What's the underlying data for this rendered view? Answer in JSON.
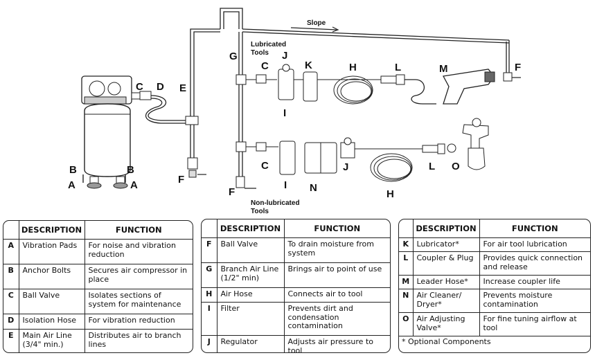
{
  "diagram": {
    "labels": {
      "slope": "Slope",
      "lubricated_line1": "Lubricated",
      "lubricated_line2": "Tools",
      "nonlubricated_line1": "Non-lubricated",
      "nonlubricated_line2": "Tools",
      "a_left": "A",
      "a_right": "A",
      "b_left": "B",
      "b_right": "B",
      "c_top": "C",
      "d": "D",
      "e": "E",
      "f_left": "F",
      "f_mid": "F",
      "f_right": "F",
      "g": "G",
      "c_upper": "C",
      "j_upper": "J",
      "k": "K",
      "h_upper": "H",
      "l_upper": "L",
      "m": "M",
      "i_upper": "I",
      "c_lower": "C",
      "i_lower": "I",
      "n": "N",
      "j_lower": "J",
      "h_lower": "H",
      "l_lower": "L",
      "o": "O"
    }
  },
  "tables": [
    {
      "header": {
        "description": "DESCRIPTION",
        "function": "FUNCTION"
      },
      "rows": [
        {
          "letter": "A",
          "description": "Vibration Pads",
          "function": "For noise and vibration reduction"
        },
        {
          "letter": "B",
          "description": "Anchor Bolts",
          "function": "Secures air compressor in place"
        },
        {
          "letter": "C",
          "description": "Ball Valve",
          "function": "Isolates sections of system for maintenance"
        },
        {
          "letter": "D",
          "description": "Isolation Hose",
          "function": "For vibration reduction"
        },
        {
          "letter": "E",
          "description": "Main Air Line (3/4\" min.)",
          "function": "Distributes air to branch lines"
        }
      ]
    },
    {
      "header": {
        "description": "DESCRIPTION",
        "function": "FUNCTION"
      },
      "rows": [
        {
          "letter": "F",
          "description": "Ball Valve",
          "function": "To drain moisture from system"
        },
        {
          "letter": "G",
          "description": "Branch Air Line (1/2\" min)",
          "function": "Brings air to point of use"
        },
        {
          "letter": "H",
          "description": "Air Hose",
          "function": "Connects air to tool"
        },
        {
          "letter": "I",
          "description": "Filter",
          "function": "Prevents dirt and condensation contamination"
        },
        {
          "letter": "J",
          "description": "Regulator",
          "function": "Adjusts air pressure to tool"
        }
      ]
    },
    {
      "header": {
        "description": "DESCRIPTION",
        "function": "FUNCTION"
      },
      "rows": [
        {
          "letter": "K",
          "description": "Lubricator*",
          "function": "For air tool lubrication"
        },
        {
          "letter": "L",
          "description": "Coupler & Plug",
          "function": "Provides quick connection and release"
        },
        {
          "letter": "M",
          "description": "Leader Hose*",
          "function": "Increase coupler life"
        },
        {
          "letter": "N",
          "description": "Air Cleaner/ Dryer*",
          "function": "Prevents moisture contamination"
        },
        {
          "letter": "O",
          "description": "Air Adjusting Valve*",
          "function": "For fine tuning airflow at tool"
        }
      ],
      "note": "* Optional Components"
    }
  ]
}
